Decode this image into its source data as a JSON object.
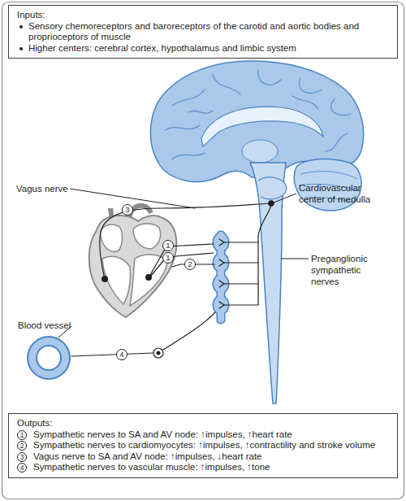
{
  "diagram": {
    "nodes": [
      {
        "text": [
          "Inputs:",
          "Sensory chemoreceptors and baroreceptors of the carotid and aortic bodies and proprioceptors of muscle",
          "Higher centers: cerebral cortex, hypothalamus and limbic system"
        ]
      },
      {
        "text": [
          "Outputs:",
          "1",
          "Sympathetic nerves to SA and AV node: ↑impulses, ↑heart rate",
          "2",
          "Sympathetic nerves to cardiomyocytes: ↑impulses, ↑contractility and stroke volume",
          "3",
          "Vagus nerve to SA and AV node: ↑impulses, ↓heart rate",
          "4",
          "Sympathetic nerves to vascular muscle: ↑impulses, ↑tone"
        ]
      }
    ],
    "labels": [
      "Vagus nerve",
      "Cardiovascular center of medulla",
      "3",
      "1",
      "1",
      "2",
      "Preganglionic sympathetic nerves",
      "Blood vessel",
      "4"
    ]
  }
}
